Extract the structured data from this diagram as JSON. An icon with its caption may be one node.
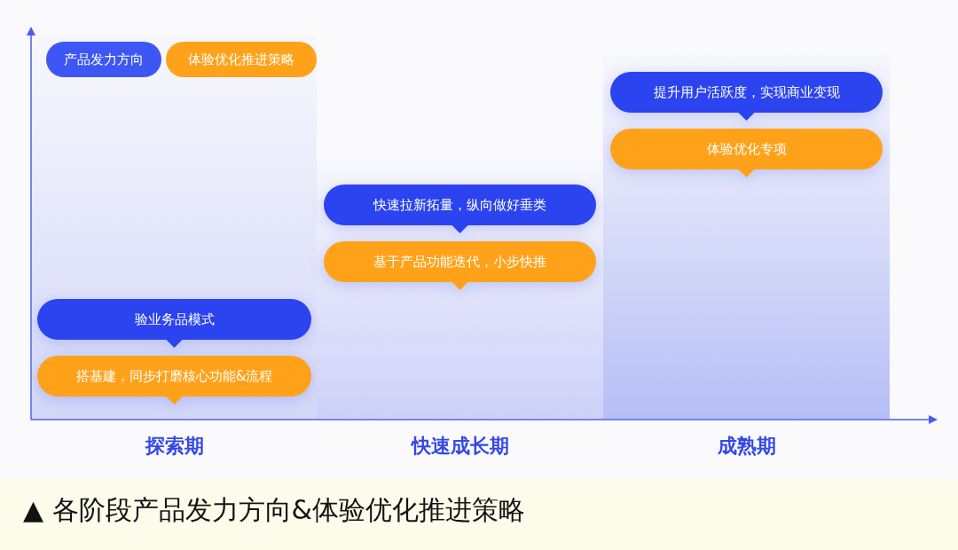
{
  "diagram": {
    "caption": "▲ 各阶段产品发力方向&体验优化推进策略",
    "nodes": [
      {
        "text": [
          "探索期"
        ]
      },
      {
        "text": [
          "验业务品模式"
        ],
        "in": 0
      },
      {
        "text": [
          "搭基建，同步打磨核心功能&流程"
        ],
        "in": 0
      },
      {
        "text": [
          "快速成长期"
        ]
      },
      {
        "text": [
          "快速拉新拓量，纵向做好垂类"
        ],
        "in": 3
      },
      {
        "text": [
          "基于产品功能迭代，小步快推"
        ],
        "in": 3
      },
      {
        "text": [
          "成熟期"
        ]
      },
      {
        "text": [
          "提升用户活跃度，实现商业变现"
        ],
        "in": 6
      },
      {
        "text": [
          "体验优化专项"
        ],
        "in": 6
      }
    ],
    "legend": [
      {
        "text": "产品发力方向",
        "color": "#3d57f5"
      },
      {
        "text": "体验优化推进策略",
        "color": "#ffa21a"
      }
    ]
  }
}
